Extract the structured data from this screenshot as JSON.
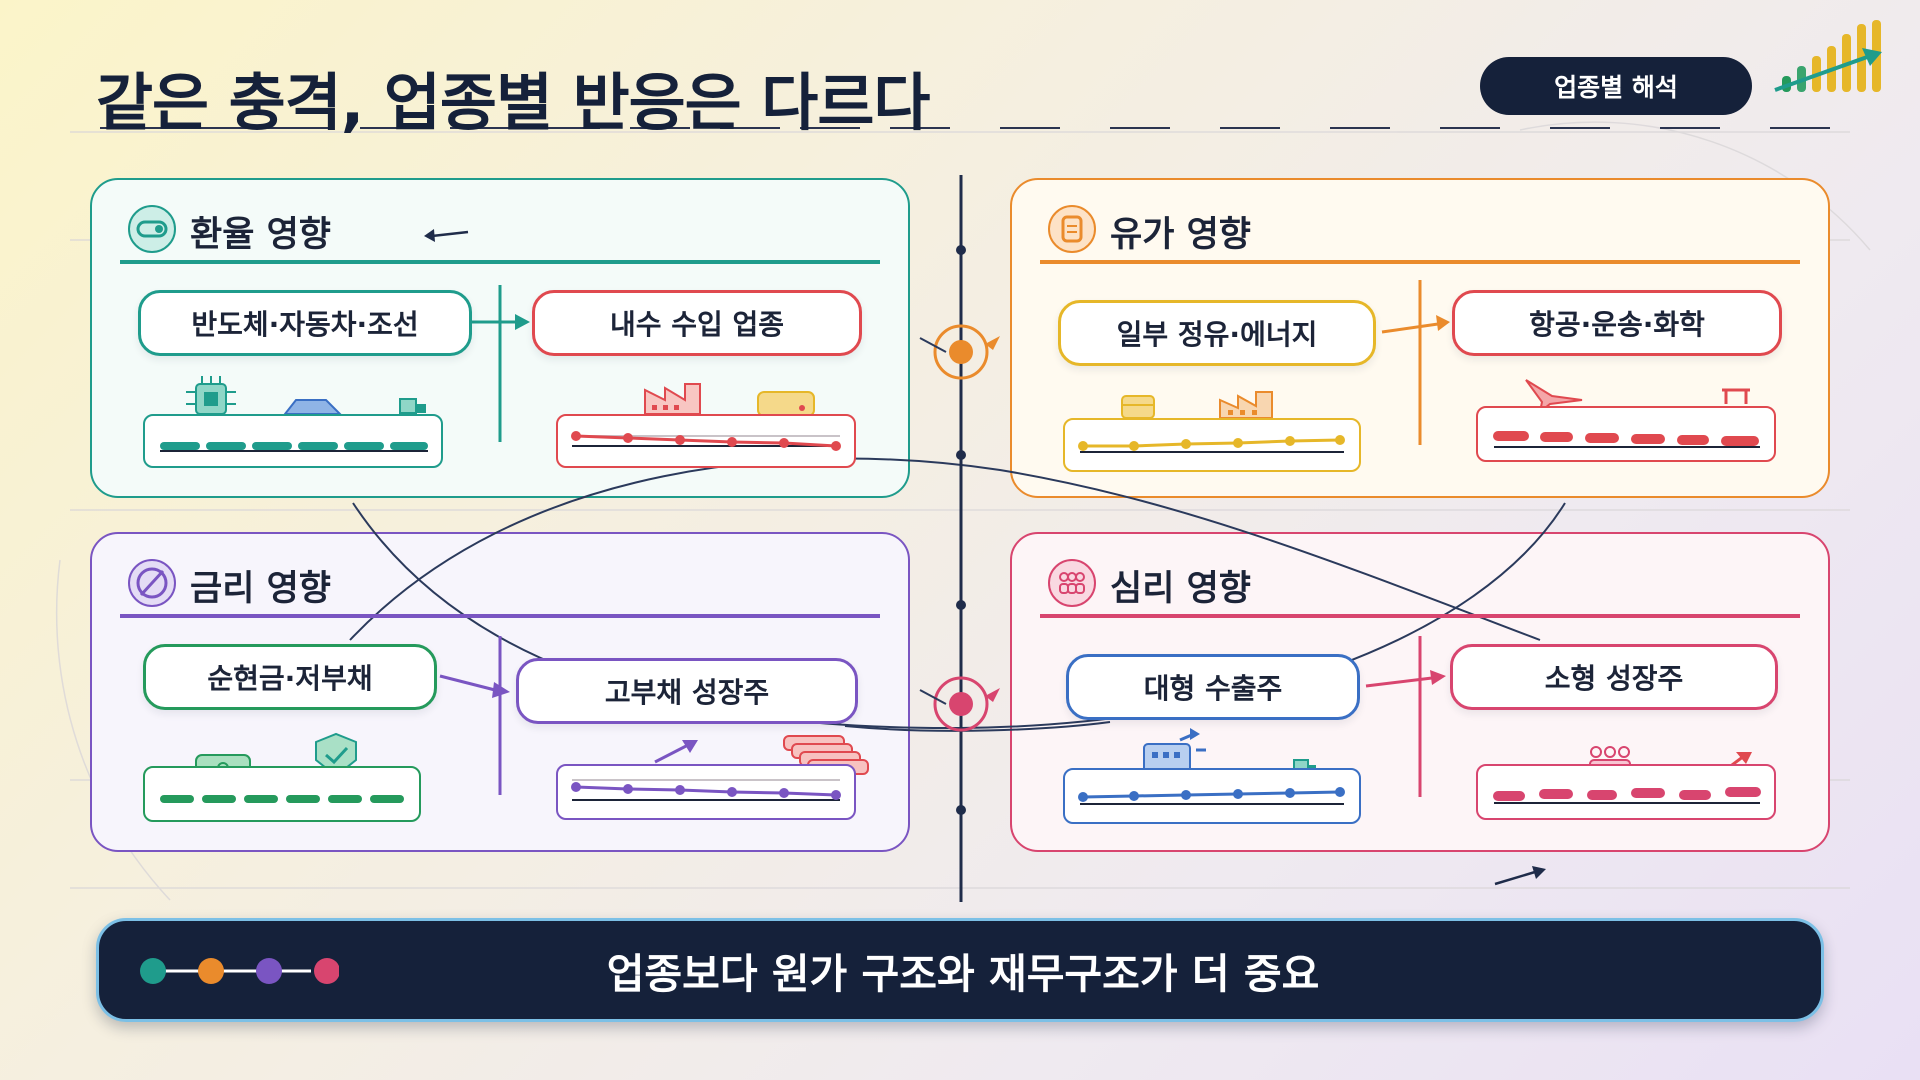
{
  "title": "같은 충격, 업종별 반응은 다르다",
  "badge": "업종별 해석",
  "colors": {
    "navy": "#15213a",
    "teal": "#1f9c8c",
    "orange": "#ea8b2c",
    "purple": "#7a55c2",
    "pink": "#d8456f",
    "red": "#e0494f",
    "gold": "#e6b729",
    "blue": "#3a6fc4",
    "green": "#259a5c"
  },
  "panels": {
    "fx": {
      "title": "환율 영향",
      "icon": "exchange-toggle-icon",
      "left": "반도체·자동차·조선",
      "right": "내수 수입 업종"
    },
    "oil": {
      "title": "유가 영향",
      "icon": "oil-barrel-icon",
      "left": "일부 정유·에너지",
      "right": "항공·운송·화학"
    },
    "rate": {
      "title": "금리 영향",
      "icon": "percent-icon",
      "left": "순현금·저부채",
      "right": "고부채 성장주"
    },
    "sentiment": {
      "title": "심리 영향",
      "icon": "people-group-icon",
      "left": "대형 수출주",
      "right": "소형 성장주"
    }
  },
  "footer": {
    "text": "업종보다 원가 구조와 재무구조가 더 중요",
    "dots": [
      "#1f9c8c",
      "#ea8b2c",
      "#7a55c2",
      "#d8456f"
    ]
  }
}
